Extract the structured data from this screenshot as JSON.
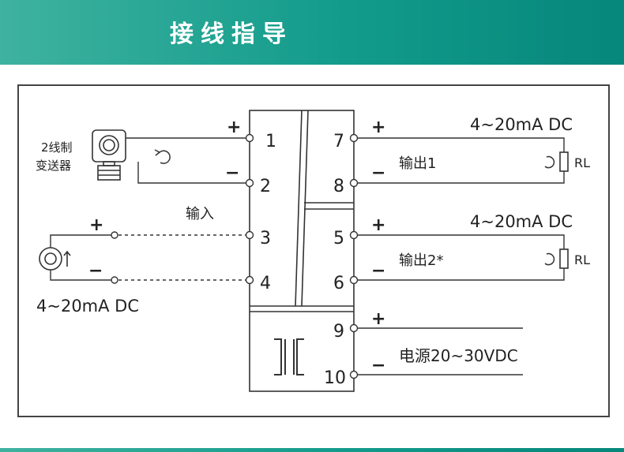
{
  "header": {
    "title": "接线指导"
  },
  "colors": {
    "banner": "#129b8b",
    "line": "#333333",
    "frame": "#444444"
  },
  "module": {
    "terminals": [
      "1",
      "2",
      "3",
      "4",
      "7",
      "8",
      "5",
      "6",
      "9",
      "10"
    ]
  },
  "inputs": {
    "transmitter_label_line1": "2线制",
    "transmitter_label_line2": "变送器",
    "input_label": "输入",
    "source_label": "4~20mA DC",
    "plus": "+",
    "minus": "−"
  },
  "outputs": {
    "out1_signal": "4~20mA DC",
    "out1_label": "输出1",
    "out2_signal": "4~20mA DC",
    "out2_label": "输出2*",
    "load_label": "RL",
    "plus": "+",
    "minus": "−"
  },
  "power": {
    "label": "电源20~30VDC",
    "plus": "+",
    "minus": "−"
  }
}
